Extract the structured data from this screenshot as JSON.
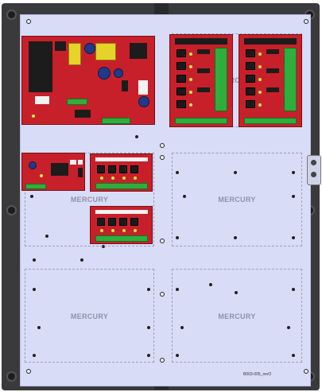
{
  "zone_labels": {
    "top_right_upper": "MERCURY",
    "middle_left": "MERCURY",
    "middle_right": "MERCURY",
    "bottom_left": "MERCURY",
    "bottom_right": "MERCURY"
  },
  "part_number": "B003-005_revO",
  "colors": {
    "enclosure": "#3a3a3c",
    "backplate": "#d8dcf7",
    "board": "#c8202a",
    "terminal": "#2fae3d"
  }
}
